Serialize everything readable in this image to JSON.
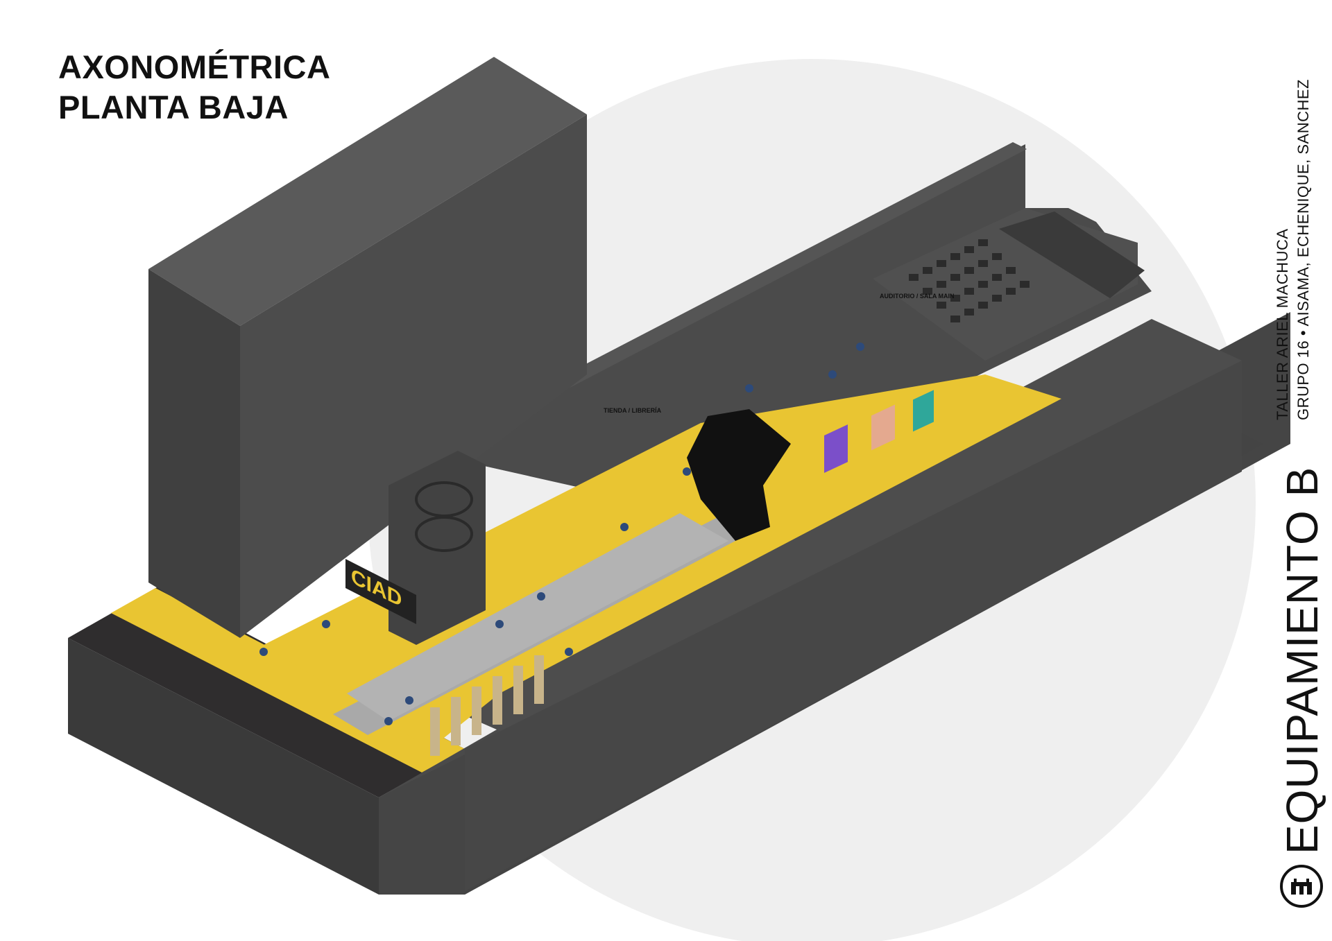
{
  "title": {
    "line1": "AXONOMÉTRICA",
    "line2": "PLANTA BAJA"
  },
  "side": {
    "main_label": "EQUIPAMIENTO B",
    "studio": "TALLER ARIEL MACHUCA",
    "group": "GRUPO 16 • AISAMA, ECHENIQUE, SANCHEZ"
  },
  "signage": {
    "store": "CIAD",
    "shop_sign": "TIENDA / LIBRERÍA",
    "auditorium_sign": "AUDITORIO / SALA MAIN"
  },
  "colors": {
    "mass": "#4a4a4a",
    "mass_dark": "#3a3a3a",
    "floor_yellow": "#e9c532",
    "sidewalk": "#2f2d2e",
    "circle": "#efefef",
    "glass": "#9a9a9a",
    "panel_purple": "#7b4fc9",
    "panel_salmon": "#e4a98f",
    "panel_teal": "#2fa79a",
    "panel_pink": "#d965a9"
  },
  "icons": {
    "logo": "building-logo-icon"
  }
}
